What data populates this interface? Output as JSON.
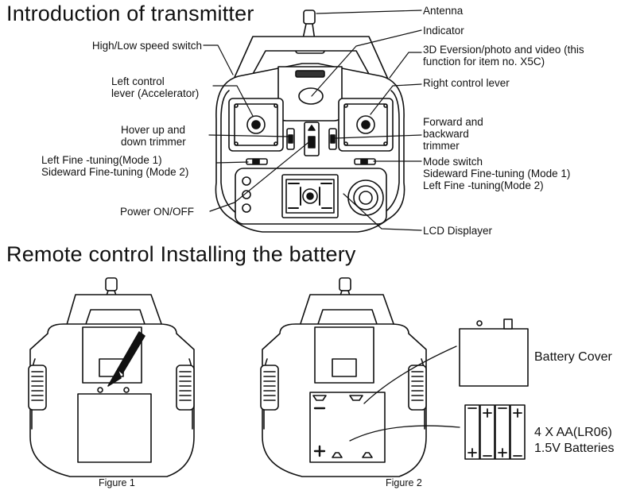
{
  "headings": {
    "intro": "Introduction of transmitter",
    "battery": "Remote control Installing the battery"
  },
  "labels": {
    "antenna": "Antenna",
    "indicator": "Indicator",
    "high_low": "High/Low speed switch",
    "eversion_1": "3D Eversion/photo and video (this",
    "eversion_2": "function for item no. X5C)",
    "left_lever_1": "Left control",
    "left_lever_2": "lever (Accelerator)",
    "right_lever": "Right control lever",
    "hover_1": "Hover up and",
    "hover_2": "down trimmer",
    "forward_1": "Forward and",
    "forward_2": "backward",
    "forward_3": "trimmer",
    "left_fine_1": "Left Fine -tuning(Mode 1)",
    "left_fine_2": "Sideward Fine-tuning (Mode 2)",
    "mode_switch": "Mode switch",
    "sideward_mode1": "Sideward Fine-tuning (Mode 1)",
    "left_fine_mode2": "Left Fine -tuning(Mode 2)",
    "power": "Power ON/OFF",
    "lcd": "LCD Displayer"
  },
  "battery": {
    "cover_label": "Battery Cover",
    "batteries_1": "4 X AA(LR06)",
    "batteries_2": "1.5V Batteries"
  },
  "captions": {
    "figure1": "Figure 1",
    "figure2": "Figure 2"
  },
  "colors": {
    "line": "#111111",
    "fill": "#ffffff"
  }
}
